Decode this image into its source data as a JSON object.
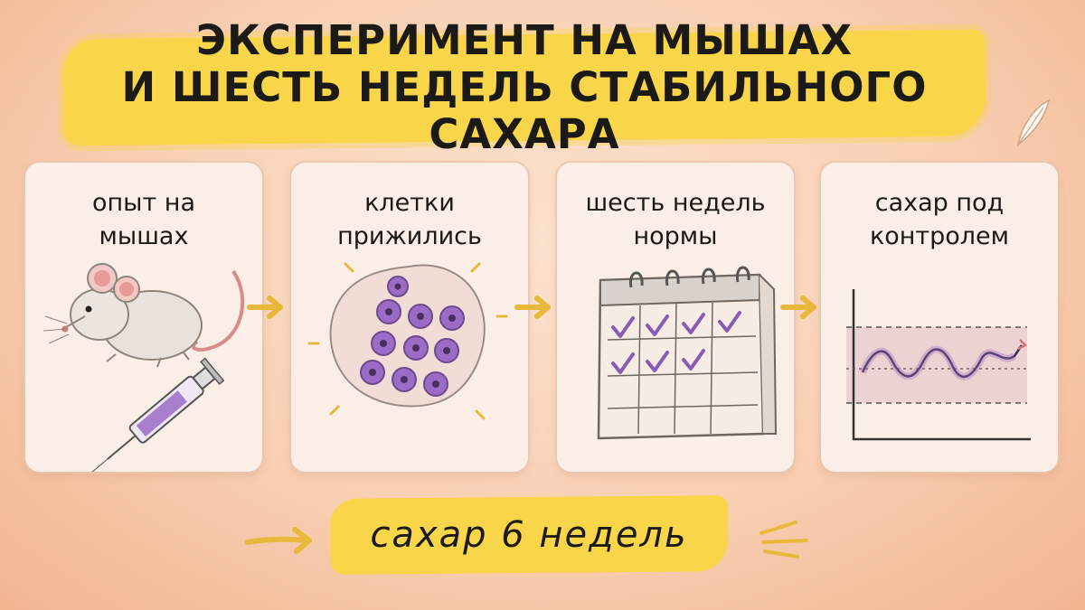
{
  "title": {
    "line1": "ЭКСПЕРИМЕНТ НА МЫШАХ",
    "line2": "И ШЕСТЬ НЕДЕЛЬ СТАБИЛЬНОГО САХАРА"
  },
  "cards": [
    {
      "line1": "опыт на",
      "line2": "мышах",
      "illustration": "mouse-and-syringe"
    },
    {
      "line1": "клетки",
      "line2": "прижились",
      "illustration": "cell-cluster"
    },
    {
      "line1": "шесть недель",
      "line2": "нормы",
      "illustration": "calendar-checkmarks"
    },
    {
      "line1": "сахар под",
      "line2": "контролем",
      "illustration": "glucose-graph"
    }
  ],
  "bottom_caption": "сахар 6 недель",
  "colors": {
    "highlight": "#f9d54a",
    "accent_purple": "#8a5bb5",
    "arrow": "#e8b83a",
    "card": "#fbeee6"
  }
}
